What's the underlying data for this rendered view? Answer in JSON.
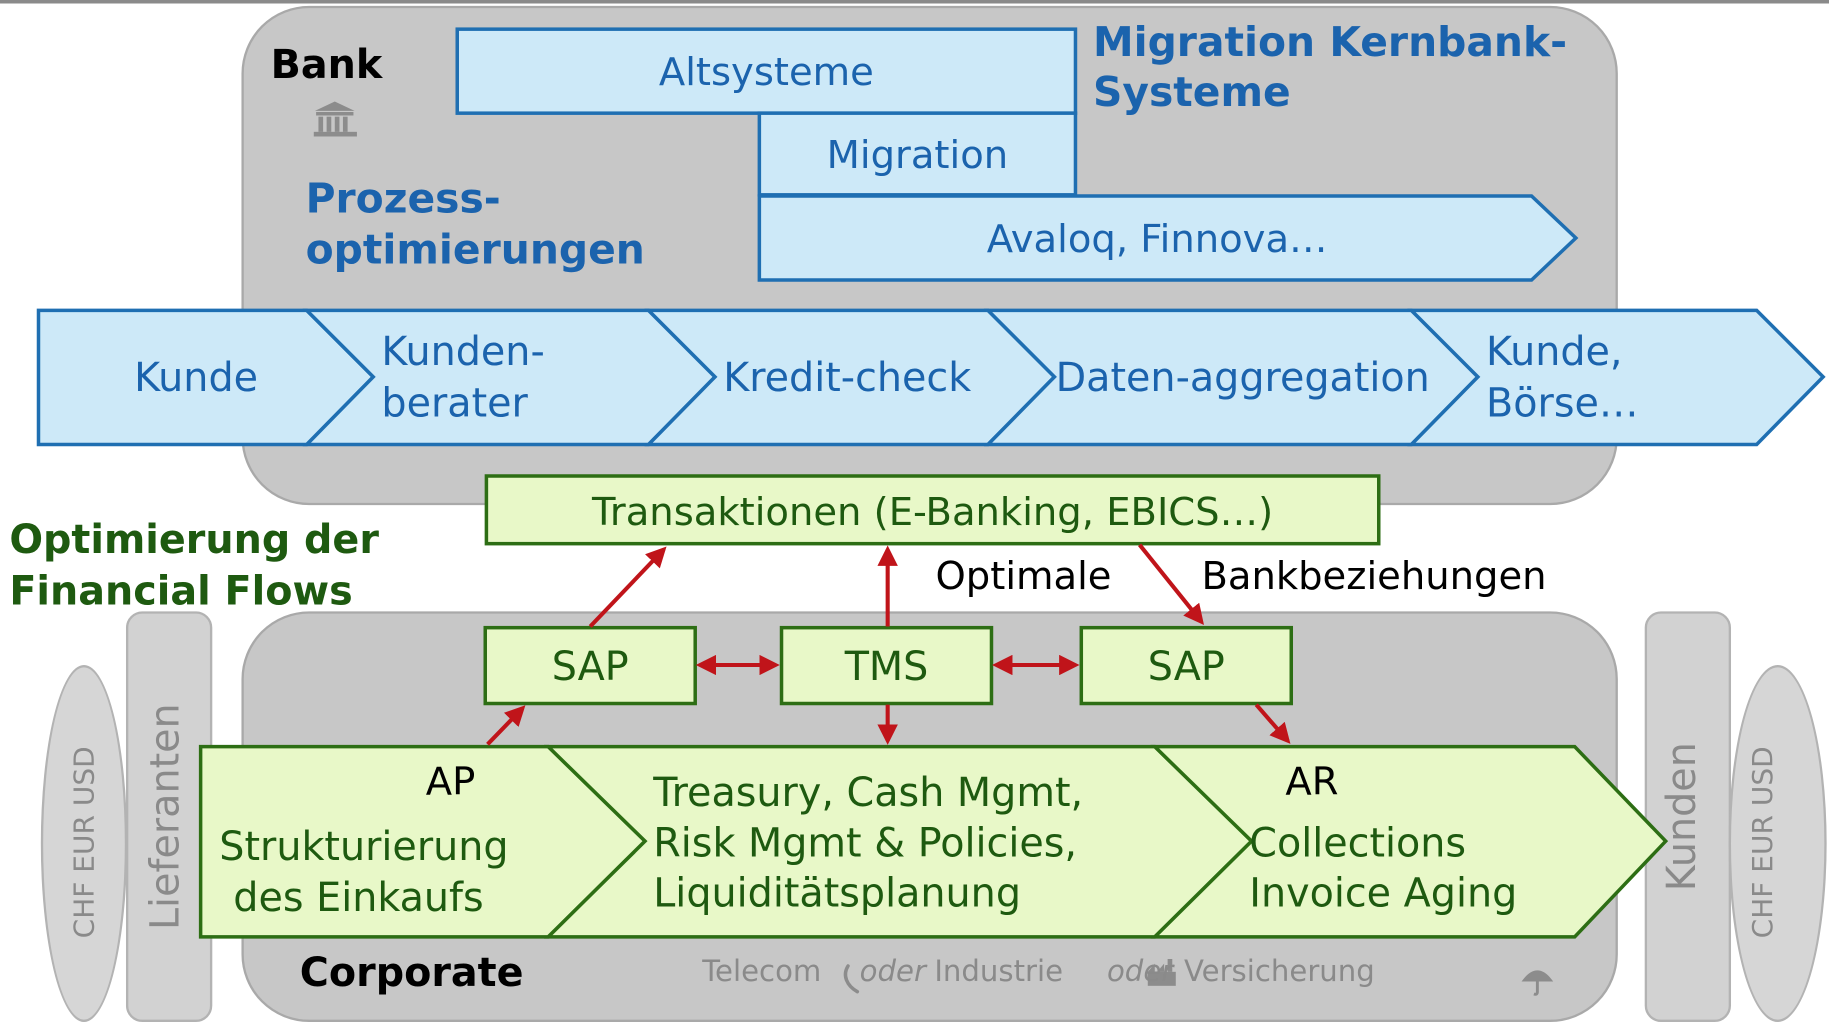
{
  "bank": {
    "label": "Bank",
    "icon": "bank-icon",
    "migration_title_line1": "Migration Kernbank-",
    "migration_title_line2": "Systeme",
    "process_title_line1": "Prozess-",
    "process_title_line2": "optimierungen",
    "altsysteme": "Altsysteme",
    "migration": "Migration",
    "new_systems": "Avaloq, Finnova…",
    "process_steps": [
      {
        "line1": "Kunde",
        "line2": ""
      },
      {
        "line1": "Kunden-",
        "line2": "berater"
      },
      {
        "line1": "Kredit-check",
        "line2": ""
      },
      {
        "line1": "Daten-aggregation",
        "line2": ""
      },
      {
        "line1": "Kunde,",
        "line2": "Börse…"
      }
    ]
  },
  "flows": {
    "title_line1": "Optimierung der",
    "title_line2": "Financial Flows",
    "transactions": "Transaktionen (E-Banking, EBICS…)",
    "optimal_label": "Optimale",
    "bank_relations_label": "Bankbeziehungen",
    "systems": [
      "SAP",
      "TMS",
      "SAP"
    ]
  },
  "corporate": {
    "label": "Corporate",
    "ap_label": "AP",
    "ap_line1": "Strukturierung",
    "ap_line2": "des Einkaufs",
    "treasury_line1": "Treasury, Cash Mgmt,",
    "treasury_line2": "Risk Mgmt & Policies,",
    "treasury_line3": "Liquiditätsplanung",
    "ar_label": "AR",
    "ar_line1": "Collections",
    "ar_line2": "Invoice Aging",
    "industry_1": "Telecom",
    "oder_1": "oder",
    "industry_2": "Industrie",
    "oder_2": "oder",
    "industry_3": "Versicherung",
    "icons": [
      "phone-icon",
      "factory-icon",
      "umbrella-icon"
    ]
  },
  "sides": {
    "left_currencies": "CHF EUR USD",
    "left_label": "Lieferanten",
    "right_label": "Kunden",
    "right_currencies": "CHF EUR USD"
  },
  "colors": {
    "blue_fill": "#cde9f8",
    "blue_border": "#1f6fb2",
    "blue_text": "#1b63ad",
    "green_fill": "#e8f8c8",
    "green_border": "#2d6e14",
    "green_text": "#1e5a10",
    "arrow_red": "#c0141a",
    "panel_gray": "#c7c7c7"
  }
}
